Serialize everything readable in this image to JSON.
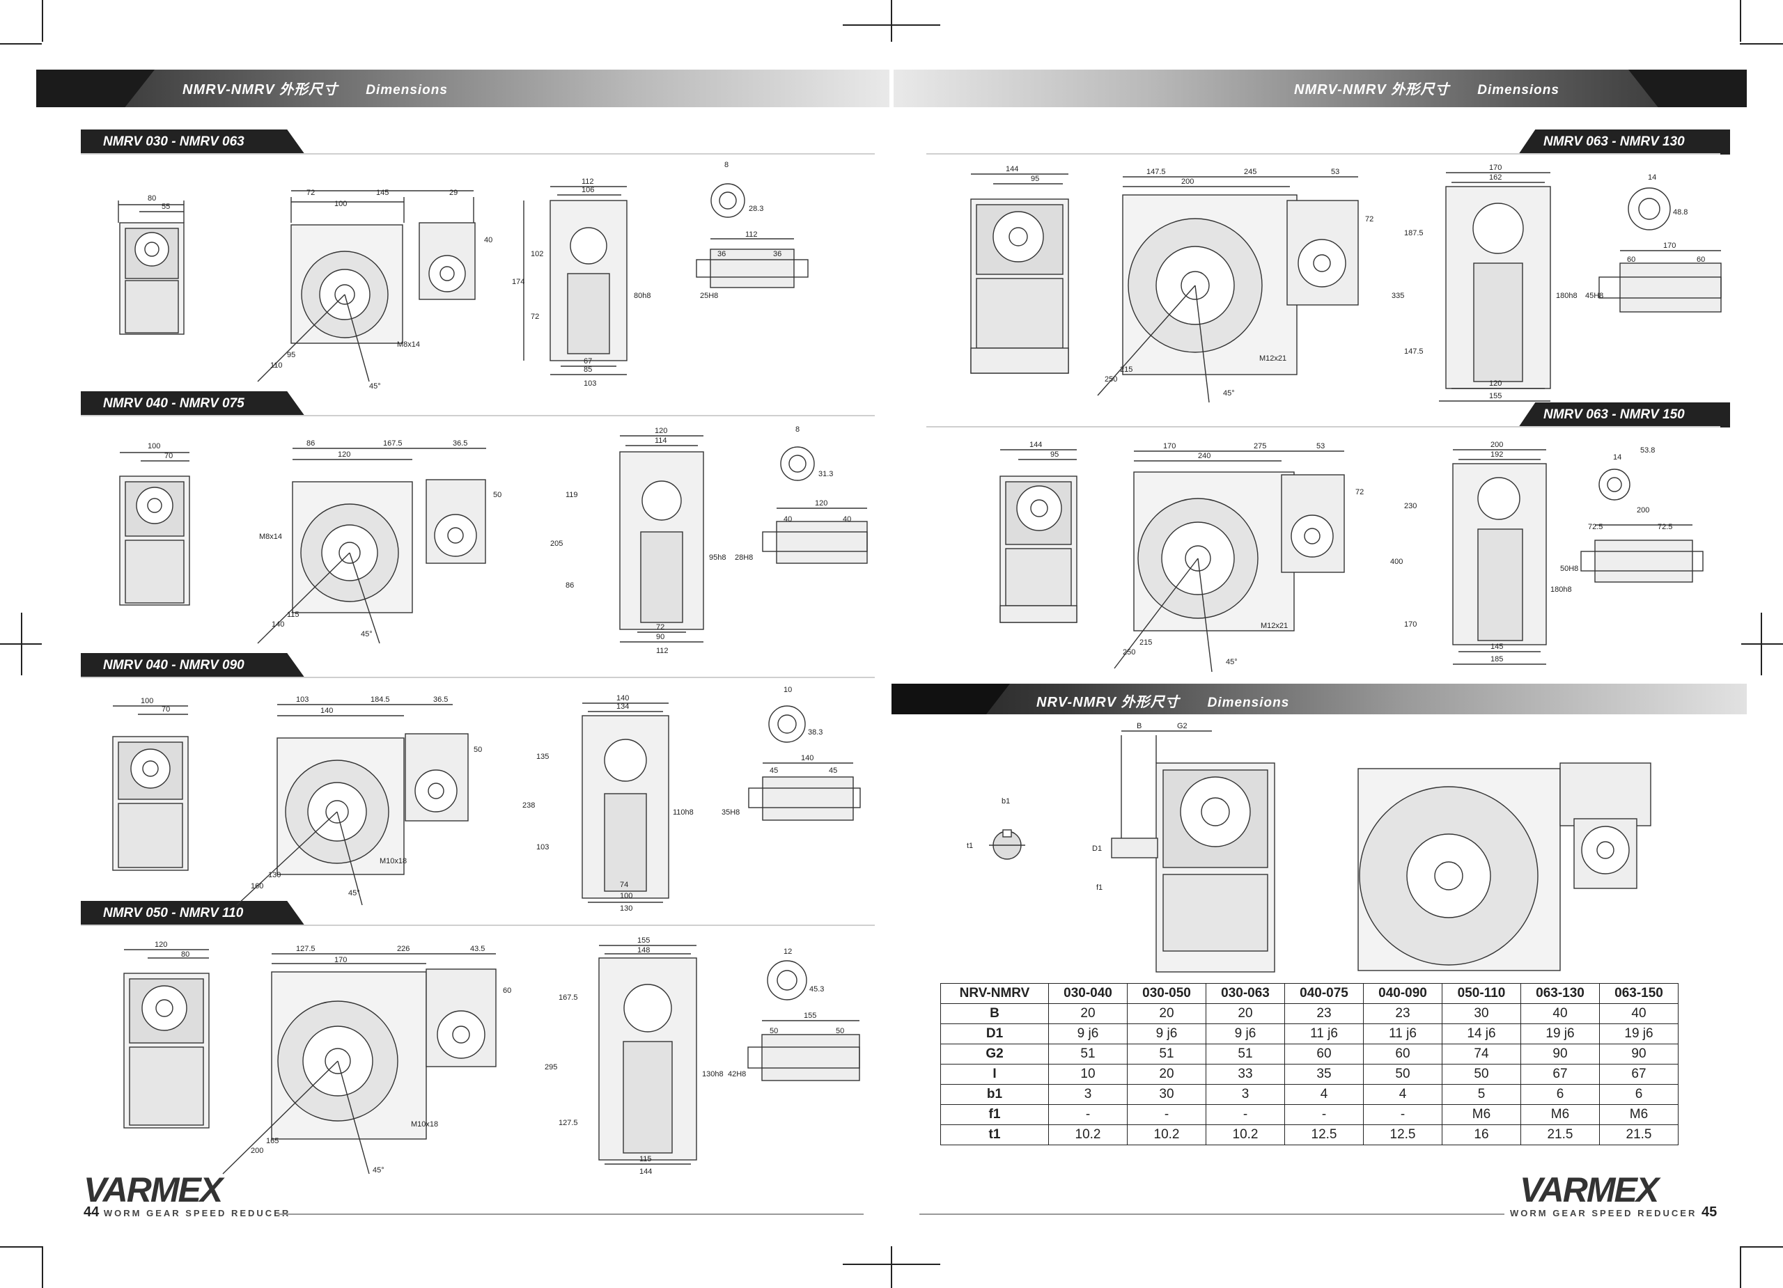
{
  "headers": {
    "left_title": "NMRV-NMRV 外形尺寸",
    "left_en": "Dimensions",
    "right_title": "NMRV-NMRV 外形尺寸",
    "right_en": "Dimensions",
    "nrv_title": "NRV-NMRV 外形尺寸",
    "nrv_en": "Dimensions"
  },
  "sections": {
    "s1": "NMRV 030 - NMRV 063",
    "s2": "NMRV 040 - NMRV 075",
    "s3": "NMRV 040 - NMRV 090",
    "s4": "NMRV 050 - NMRV 110",
    "s5": "NMRV 063 - NMRV 130",
    "s6": "NMRV 063 - NMRV 150"
  },
  "drawings": {
    "d1": {
      "a": "80",
      "b": "55",
      "c": "72",
      "d": "145",
      "e": "29",
      "f": "100",
      "g": "112",
      "h": "106",
      "i": "8",
      "j": "28.3",
      "k": "112",
      "l": "36",
      "m": "36",
      "n": "67",
      "o": "85",
      "p": "103",
      "q": "110",
      "r": "95",
      "s": "45°",
      "t": "M8x14",
      "u": "25H8",
      "v": "80h8",
      "w": "174",
      "x": "102",
      "y": "72",
      "z": "40"
    },
    "d2": {
      "a": "100",
      "b": "70",
      "c": "86",
      "d": "167.5",
      "e": "36.5",
      "f": "120",
      "g": "120",
      "h": "114",
      "i": "8",
      "j": "31.3",
      "k": "120",
      "l": "40",
      "m": "40",
      "n": "72",
      "o": "90",
      "p": "112",
      "q": "140",
      "r": "115",
      "s": "45°",
      "t": "M8x14",
      "u": "28H8",
      "v": "95h8",
      "w": "205",
      "x": "119",
      "y": "86",
      "z": "50"
    },
    "d3": {
      "a": "100",
      "b": "70",
      "c": "103",
      "d": "184.5",
      "e": "36.5",
      "f": "140",
      "g": "140",
      "h": "134",
      "i": "10",
      "j": "38.3",
      "k": "140",
      "l": "45",
      "m": "45",
      "n": "74",
      "o": "100",
      "p": "130",
      "q": "160",
      "r": "130",
      "s": "45°",
      "t": "M10x18",
      "u": "35H8",
      "v": "110h8",
      "w": "238",
      "x": "135",
      "y": "103",
      "z": "50"
    },
    "d4": {
      "a": "120",
      "b": "80",
      "c": "127.5",
      "d": "226",
      "e": "43.5",
      "f": "170",
      "g": "155",
      "h": "148",
      "i": "12",
      "j": "45.3",
      "k": "155",
      "l": "50",
      "m": "50",
      "n": "115",
      "o": "144",
      "p": "",
      "q": "200",
      "r": "165",
      "s": "45°",
      "t": "M10x18",
      "u": "42H8",
      "v": "130h8",
      "w": "295",
      "x": "167.5",
      "y": "127.5",
      "z": "60"
    },
    "d5": {
      "a": "144",
      "b": "95",
      "c": "147.5",
      "d": "245",
      "e": "53",
      "f": "200",
      "g": "170",
      "h": "162",
      "i": "14",
      "j": "48.8",
      "k": "170",
      "l": "60",
      "m": "60",
      "n": "120",
      "o": "155",
      "q": "250",
      "r": "215",
      "s": "45°",
      "t": "M12x21",
      "u": "45H8",
      "v": "180h8",
      "w": "335",
      "x": "187.5",
      "y": "147.5",
      "z": "72"
    },
    "d6": {
      "a": "144",
      "b": "95",
      "c": "170",
      "d": "275",
      "e": "53",
      "f": "240",
      "g": "200",
      "h": "192",
      "i": "14",
      "j": "53.8",
      "k": "200",
      "l": "72.5",
      "m": "72.5",
      "n": "145",
      "o": "185",
      "q": "250",
      "r": "215",
      "s": "45°",
      "t": "M12x21",
      "u": "50H8",
      "v": "180h8",
      "w": "400",
      "x": "230",
      "y": "170",
      "z": "72"
    }
  },
  "nrv_labels": {
    "B": "B",
    "G2": "G2",
    "b1": "b1",
    "t1": "t1",
    "D1": "D1",
    "f1": "f1"
  },
  "table": {
    "header": [
      "NRV-NMRV",
      "030-040",
      "030-050",
      "030-063",
      "040-075",
      "040-090",
      "050-110",
      "063-130",
      "063-150"
    ],
    "rows": [
      [
        "B",
        "20",
        "20",
        "20",
        "23",
        "23",
        "30",
        "40",
        "40"
      ],
      [
        "D1",
        "9 j6",
        "9 j6",
        "9 j6",
        "11 j6",
        "11 j6",
        "14 j6",
        "19 j6",
        "19 j6"
      ],
      [
        "G2",
        "51",
        "51",
        "51",
        "60",
        "60",
        "74",
        "90",
        "90"
      ],
      [
        "I",
        "10",
        "20",
        "33",
        "35",
        "50",
        "50",
        "67",
        "67"
      ],
      [
        "b1",
        "3",
        "30",
        "3",
        "4",
        "4",
        "5",
        "6",
        "6"
      ],
      [
        "f1",
        "-",
        "-",
        "-",
        "-",
        "-",
        "M6",
        "M6",
        "M6"
      ],
      [
        "t1",
        "10.2",
        "10.2",
        "10.2",
        "12.5",
        "12.5",
        "16",
        "21.5",
        "21.5"
      ]
    ]
  },
  "footer": {
    "logo_left": "VARMEX",
    "logo_right": "VARMEX",
    "page_left": "44",
    "page_right": "45",
    "caption": "WORM GEAR SPEED REDUCER"
  }
}
